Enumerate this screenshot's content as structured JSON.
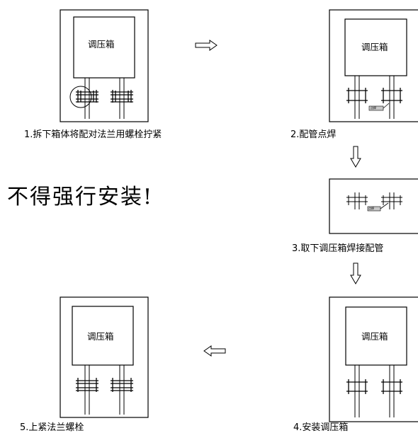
{
  "steps": [
    {
      "num": "1",
      "caption": "1.拆下箱体将配对法兰用螺栓拧紧",
      "box_label": "调压箱"
    },
    {
      "num": "2",
      "caption": "2.配管点焊",
      "box_label": "调压箱"
    },
    {
      "num": "3",
      "caption": "3.取下调压箱焊接配管"
    },
    {
      "num": "4",
      "caption": "4.安装调压箱",
      "box_label": "调压箱"
    },
    {
      "num": "5",
      "caption": "5.上紧法兰螺栓",
      "box_label": "调压箱"
    }
  ],
  "warning": "不得强行安装!",
  "weld_tag": "点焊",
  "colors": {
    "line": "#000000",
    "background": "#ffffff",
    "tag_fill": "#c8c8c8"
  },
  "arrows": [
    {
      "name": "arrow-step1-to-step2",
      "direction": "right"
    },
    {
      "name": "arrow-step2-to-step3",
      "direction": "down"
    },
    {
      "name": "arrow-step3-to-step4",
      "direction": "down"
    },
    {
      "name": "arrow-step4-to-step5",
      "direction": "left"
    }
  ]
}
